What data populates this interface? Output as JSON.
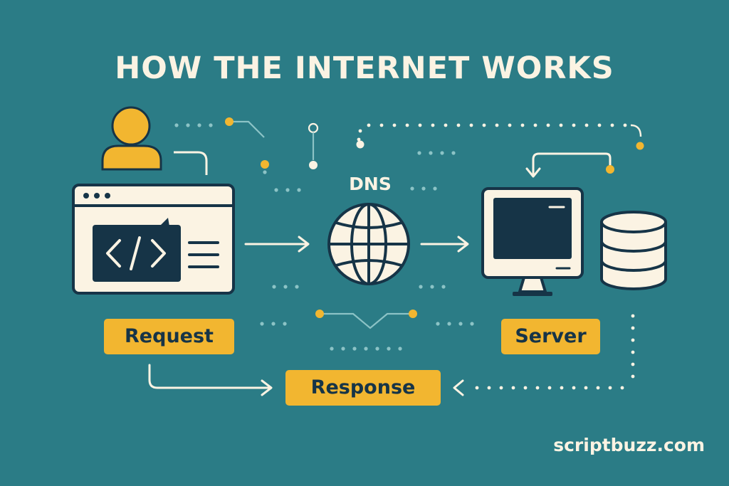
{
  "title": "HOW THE INTERNET WORKS",
  "nodes": {
    "dns": "DNS",
    "request": "Request",
    "server": "Server",
    "response": "Response"
  },
  "brand": "scriptbuzz.com",
  "icons": [
    "user-icon",
    "browser-window-icon",
    "code-icon",
    "globe-icon",
    "monitor-icon",
    "database-icon"
  ],
  "colors": {
    "background": "#2b7c86",
    "accent": "#f2b630",
    "outline": "#163447",
    "fill": "#fbf3e3"
  }
}
